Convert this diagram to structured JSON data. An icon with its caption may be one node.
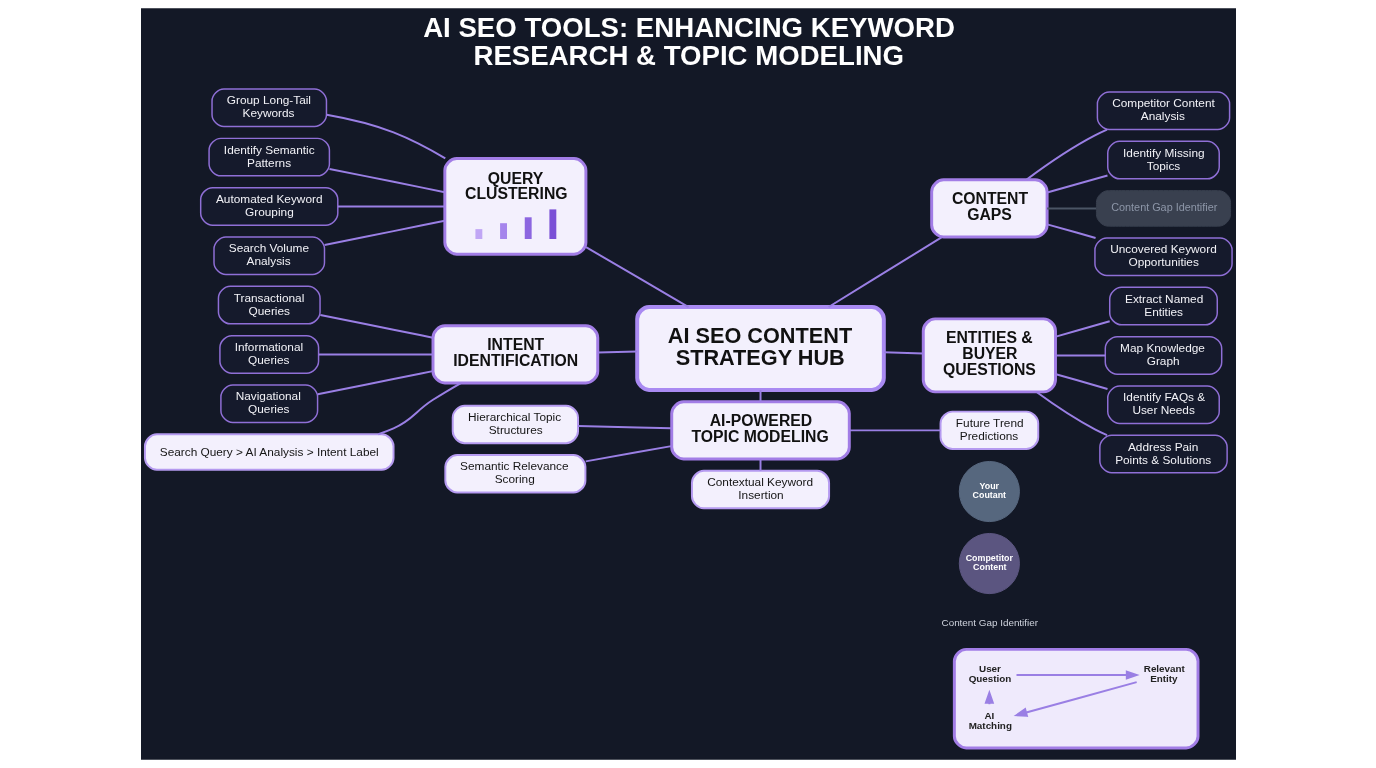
{
  "diagram": {
    "title": "AI SEO TOOLS: ENHANCING KEYWORD RESEARCH & TOPIC MODELING",
    "nodes": [
      {
        "text": [
          "AI SEO CONTENT STRATEGY HUB"
        ]
      },
      {
        "text": [
          "QUERY CLUSTERING"
        ]
      },
      {
        "text": [
          "Group Long-Tail Keywords"
        ]
      },
      {
        "text": [
          "Identify Semantic Patterns"
        ]
      },
      {
        "text": [
          "Automated Keyword Grouping"
        ]
      },
      {
        "text": [
          "Search Volume Analysis"
        ]
      },
      {
        "text": [
          "INTENT IDENTIFICATION"
        ]
      },
      {
        "text": [
          "Transactional Queries"
        ]
      },
      {
        "text": [
          "Informational Queries"
        ]
      },
      {
        "text": [
          "Navigational Queries"
        ]
      },
      {
        "text": [
          "Search Query > AI Analysis > Intent Label"
        ]
      },
      {
        "text": [
          "AI-POWERED TOPIC MODELING"
        ]
      },
      {
        "text": [
          "Hierarchical Topic Structures"
        ]
      },
      {
        "text": [
          "Semantic Relevance Scoring"
        ]
      },
      {
        "text": [
          "Contextual Keyword Insertion"
        ]
      },
      {
        "text": [
          "Future Trend Predictions"
        ]
      },
      {
        "text": [
          "CONTENT GAPS"
        ]
      },
      {
        "text": [
          "Competitor Content Analysis"
        ]
      },
      {
        "text": [
          "Identify Missing Topics"
        ]
      },
      {
        "text": [
          "Content Gap Identifier"
        ]
      },
      {
        "text": [
          "Uncovered Keyword Opportunities"
        ]
      },
      {
        "text": [
          "Your Coutant"
        ]
      },
      {
        "text": [
          "Competitor Content"
        ]
      },
      {
        "text": [
          "ENTITIES & BUYER QUESTIONS"
        ]
      },
      {
        "text": [
          "Extract Named Entities"
        ]
      },
      {
        "text": [
          "Map Knowledge Graph"
        ]
      },
      {
        "text": [
          "Identify FAQs & User Needs"
        ]
      },
      {
        "text": [
          "Address Pain Points & Solutions"
        ]
      },
      {
        "text": [],
        "shape": "box"
      },
      {
        "text": [
          "User Question"
        ],
        "in": 28
      },
      {
        "text": [
          "Relevant Entity"
        ],
        "in": 28
      },
      {
        "text": [
          "AI Matching"
        ],
        "in": 28
      }
    ],
    "edges": [
      {
        "from": 1,
        "to": 0,
        "arrow": "none"
      },
      {
        "from": 6,
        "to": 0,
        "arrow": "none"
      },
      {
        "from": 0,
        "to": 11,
        "arrow": "none"
      },
      {
        "from": 0,
        "to": 16,
        "arrow": "none"
      },
      {
        "from": 0,
        "to": 23,
        "arrow": "none"
      },
      {
        "from": 2,
        "to": 1,
        "arrow": "none"
      },
      {
        "from": 3,
        "to": 1,
        "arrow": "none"
      },
      {
        "from": 4,
        "to": 1,
        "arrow": "none"
      },
      {
        "from": 5,
        "to": 1,
        "arrow": "none"
      },
      {
        "from": 7,
        "to": 6,
        "arrow": "none"
      },
      {
        "from": 8,
        "to": 6,
        "arrow": "none"
      },
      {
        "from": 9,
        "to": 6,
        "arrow": "none"
      },
      {
        "from": 10,
        "to": 6,
        "arrow": "none"
      },
      {
        "from": 12,
        "to": 11,
        "arrow": "none"
      },
      {
        "from": 13,
        "to": 11,
        "arrow": "none"
      },
      {
        "from": 11,
        "to": 14,
        "arrow": "none"
      },
      {
        "from": 11,
        "to": 15,
        "arrow": "none"
      },
      {
        "from": 16,
        "to": 17,
        "arrow": "none"
      },
      {
        "from": 16,
        "to": 18,
        "arrow": "none"
      },
      {
        "from": 16,
        "to": 19,
        "arrow": "none",
        "color": "#4b5565"
      },
      {
        "from": 16,
        "to": 20,
        "arrow": "none"
      },
      {
        "from": 23,
        "to": 24,
        "arrow": "none"
      },
      {
        "from": 23,
        "to": 25,
        "arrow": "none"
      },
      {
        "from": 23,
        "to": 26,
        "arrow": "none"
      },
      {
        "from": 23,
        "to": 27,
        "arrow": "none"
      },
      {
        "from": 29,
        "to": 30,
        "arrow": "to"
      },
      {
        "from": 30,
        "to": 31,
        "arrow": "to"
      },
      {
        "from": 31,
        "to": 29,
        "arrow": "to"
      }
    ],
    "labels": [
      "Content Gap Identifier"
    ]
  }
}
